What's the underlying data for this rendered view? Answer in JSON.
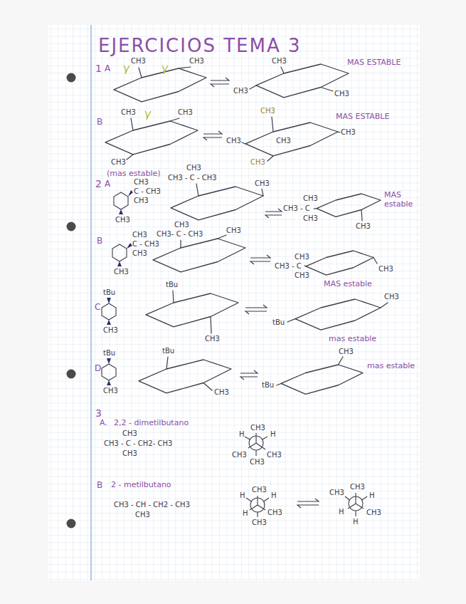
{
  "diagram": {
    "title": "EJERCICIOS TEMA 3",
    "labels": [
      "1",
      "A",
      "CH3",
      "CH3",
      "CH3",
      "CH3",
      "CH3",
      "MAS ESTABLE",
      "B",
      "CH3",
      "CH3",
      "CH3",
      "CH3",
      "CH3",
      "CH3",
      "CH3",
      "CH3",
      "MAS ESTABLE",
      "(mas estable)",
      "2",
      "A",
      "CH3",
      "C - CH3",
      "CH3",
      "CH3",
      "CH3",
      "CH3 - C - CH3",
      "CH3",
      "CH3",
      "CH3 - C",
      "CH3",
      "CH3",
      "MAS estable",
      "B",
      "CH3",
      "C - CH3",
      "CH3",
      "CH3",
      "CH3",
      "CH3- C - CH3",
      "CH3",
      "CH3",
      "CH3 - C",
      "CH3",
      "CH3",
      "MAS estable",
      "C",
      "tBu",
      "CH3",
      "tBu",
      "CH3",
      "CH3",
      "tBu",
      "mas estable",
      "D",
      "tBu",
      "CH3",
      "tBu",
      "CH3",
      "CH3",
      "mas estable",
      "tBu",
      "3",
      "A.",
      "2,2 - dimetilbutano",
      "CH3",
      "CH3 - C - CH2- CH3",
      "CH3",
      "CH3",
      "H",
      "H",
      "CH3",
      "CH3",
      "CH3",
      "B",
      "2 - metilbutano",
      "CH3 - CH - CH2 - CH3",
      "CH3",
      "CH3",
      "H",
      "H",
      "H",
      "CH3",
      "CH3",
      "CH3",
      "CH3",
      "H",
      "H",
      "H",
      "CH3"
    ]
  }
}
